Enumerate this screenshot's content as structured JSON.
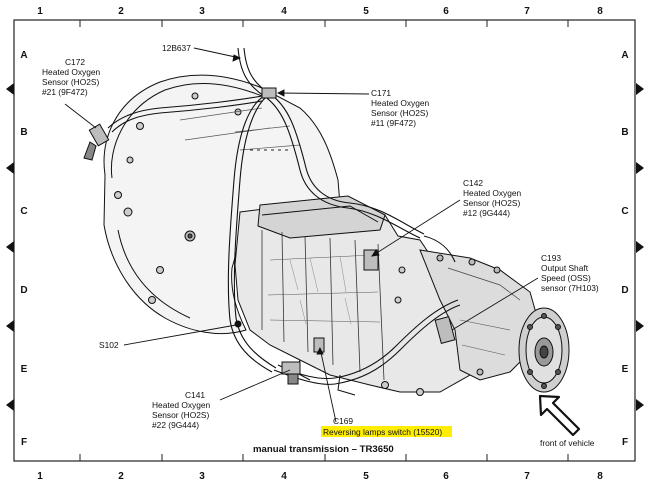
{
  "grid": {
    "columns": [
      "1",
      "2",
      "3",
      "4",
      "5",
      "6",
      "7",
      "8"
    ],
    "rows": [
      "A",
      "B",
      "C",
      "D",
      "E",
      "F"
    ]
  },
  "callouts": {
    "c12b637": {
      "lines": [
        "12B637"
      ]
    },
    "c172": {
      "lines": [
        "C172",
        "Heated Oxygen",
        "Sensor (HO2S)",
        "#21 (9F472)"
      ]
    },
    "c171": {
      "lines": [
        "C171",
        "Heated Oxygen",
        "Sensor (HO2S)",
        "#11 (9F472)"
      ]
    },
    "c142": {
      "lines": [
        "C142",
        "Heated Oxygen",
        "Sensor (HO2S)",
        "#12 (9G444)"
      ]
    },
    "c193": {
      "lines": [
        "C193",
        "Output Shaft",
        "Speed (OSS)",
        "sensor (7H103)"
      ]
    },
    "s102": {
      "lines": [
        "S102"
      ]
    },
    "c141": {
      "lines": [
        "C141",
        "Heated Oxygen",
        "Sensor (HO2S)",
        "#22 (9G444)"
      ]
    },
    "c169": {
      "lines": [
        "C169",
        "Reversing lamps switch (15520)"
      ]
    }
  },
  "highlight_color": "#ffee00",
  "front_label": "front of vehicle",
  "caption": "manual transmission – TR3650"
}
